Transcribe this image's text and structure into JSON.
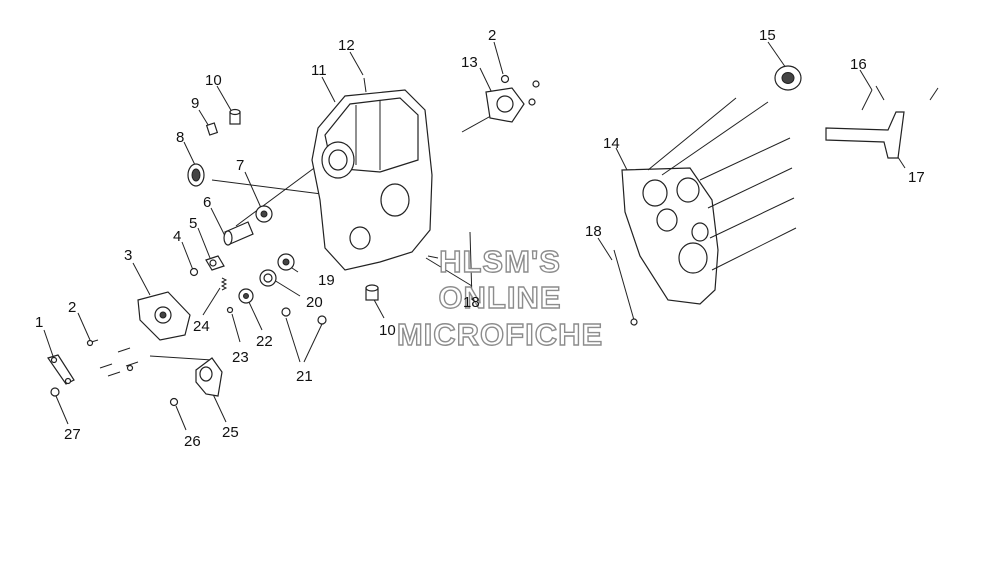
{
  "watermark": {
    "line1": "HLSM'S",
    "line2": "ONLINE",
    "line3": "MICROFICHE"
  },
  "callouts": [
    {
      "id": "c1",
      "text": "1"
    },
    {
      "id": "c2a",
      "text": "2"
    },
    {
      "id": "c2b",
      "text": "2"
    },
    {
      "id": "c3",
      "text": "3"
    },
    {
      "id": "c4",
      "text": "4"
    },
    {
      "id": "c5",
      "text": "5"
    },
    {
      "id": "c6",
      "text": "6"
    },
    {
      "id": "c7",
      "text": "7"
    },
    {
      "id": "c8",
      "text": "8"
    },
    {
      "id": "c9",
      "text": "9"
    },
    {
      "id": "c10a",
      "text": "10"
    },
    {
      "id": "c10b",
      "text": "10"
    },
    {
      "id": "c11",
      "text": "11"
    },
    {
      "id": "c12",
      "text": "12"
    },
    {
      "id": "c13",
      "text": "13"
    },
    {
      "id": "c14",
      "text": "14"
    },
    {
      "id": "c15",
      "text": "15"
    },
    {
      "id": "c16",
      "text": "16"
    },
    {
      "id": "c17",
      "text": "17"
    },
    {
      "id": "c18a",
      "text": "18"
    },
    {
      "id": "c18b",
      "text": "18"
    },
    {
      "id": "c19",
      "text": "19"
    },
    {
      "id": "c20",
      "text": "20"
    },
    {
      "id": "c21",
      "text": "21"
    },
    {
      "id": "c22",
      "text": "22"
    },
    {
      "id": "c23",
      "text": "23"
    },
    {
      "id": "c24",
      "text": "24"
    },
    {
      "id": "c25",
      "text": "25"
    },
    {
      "id": "c26",
      "text": "26"
    },
    {
      "id": "c27",
      "text": "27"
    }
  ]
}
